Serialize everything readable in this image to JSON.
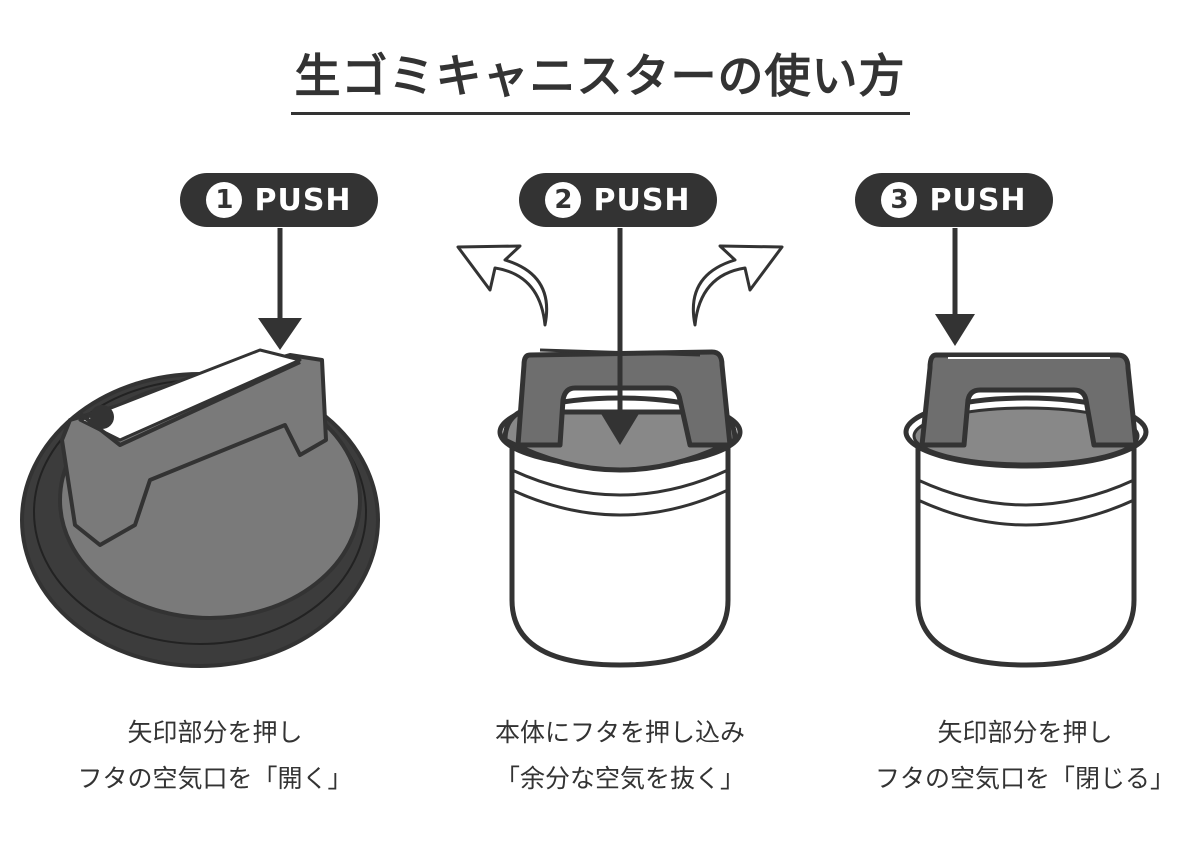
{
  "title": "生ゴミキャニスターの使い方",
  "steps": [
    {
      "number": "1",
      "label": "PUSH",
      "caption_line1": "矢印部分を押し",
      "caption_line2": "フタの空気口を「開く」"
    },
    {
      "number": "2",
      "label": "PUSH",
      "caption_line1": "本体にフタを押し込み",
      "caption_line2": "「余分な空気を抜く」"
    },
    {
      "number": "3",
      "label": "PUSH",
      "caption_line1": "矢印部分を押し",
      "caption_line2": "フタの空気口を「閉じる」"
    }
  ],
  "colors": {
    "ink": "#333333",
    "lid": "#7a7a7a",
    "lid_dark": "#3c3c3c"
  }
}
